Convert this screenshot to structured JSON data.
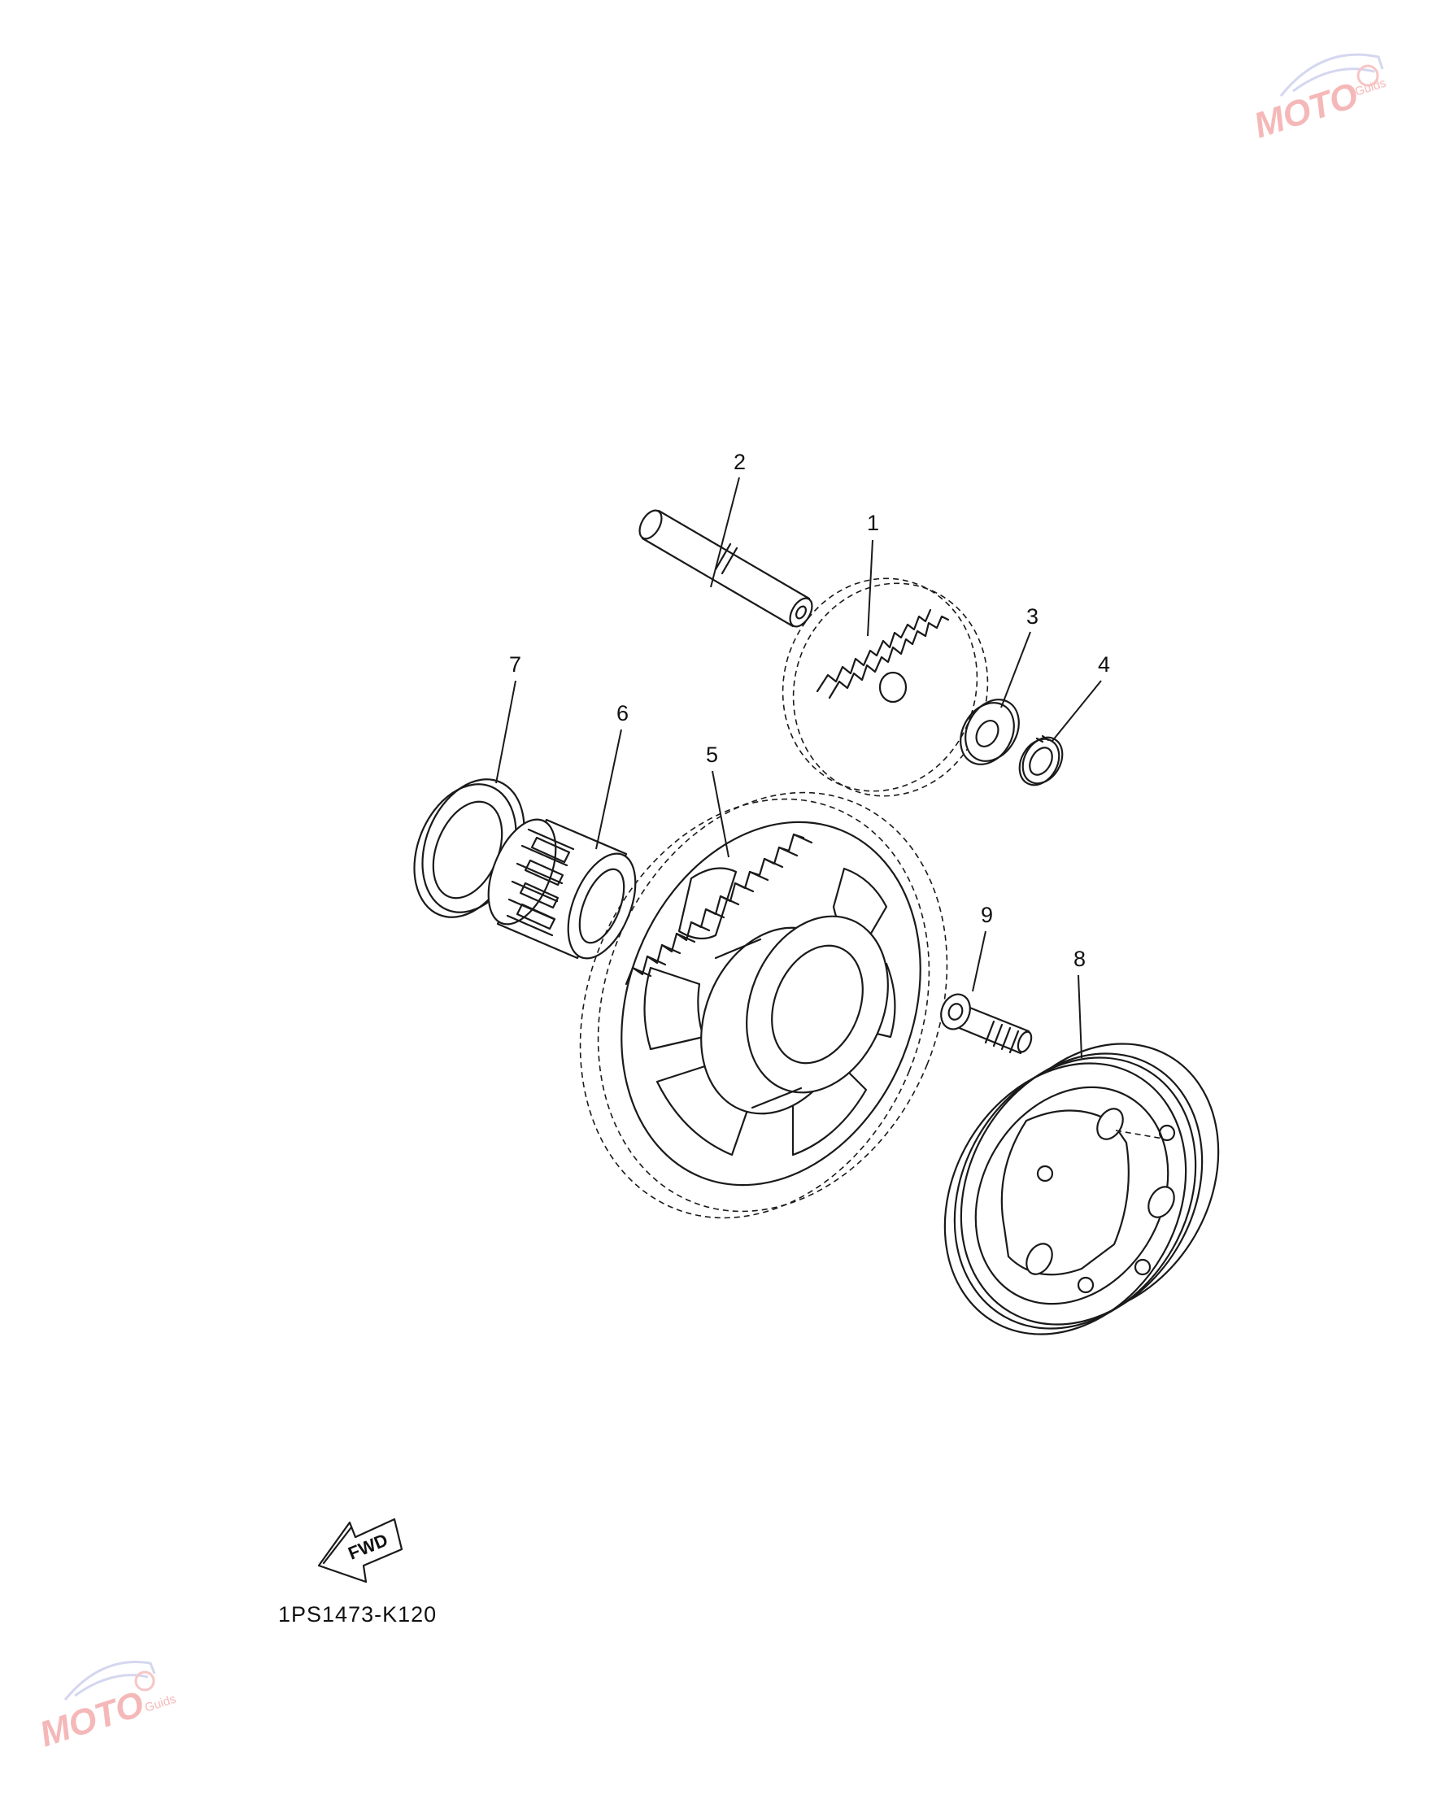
{
  "diagram": {
    "callouts": [
      "1",
      "2",
      "3",
      "4",
      "5",
      "6",
      "7",
      "8",
      "9"
    ],
    "fwd_label": "FWD",
    "diagram_code": "1PS1473-K120"
  },
  "watermark": {
    "brand": "MOTO",
    "tagline": "Guids",
    "colors": {
      "car": "#b9bde6",
      "text": "#f08a8a"
    }
  }
}
